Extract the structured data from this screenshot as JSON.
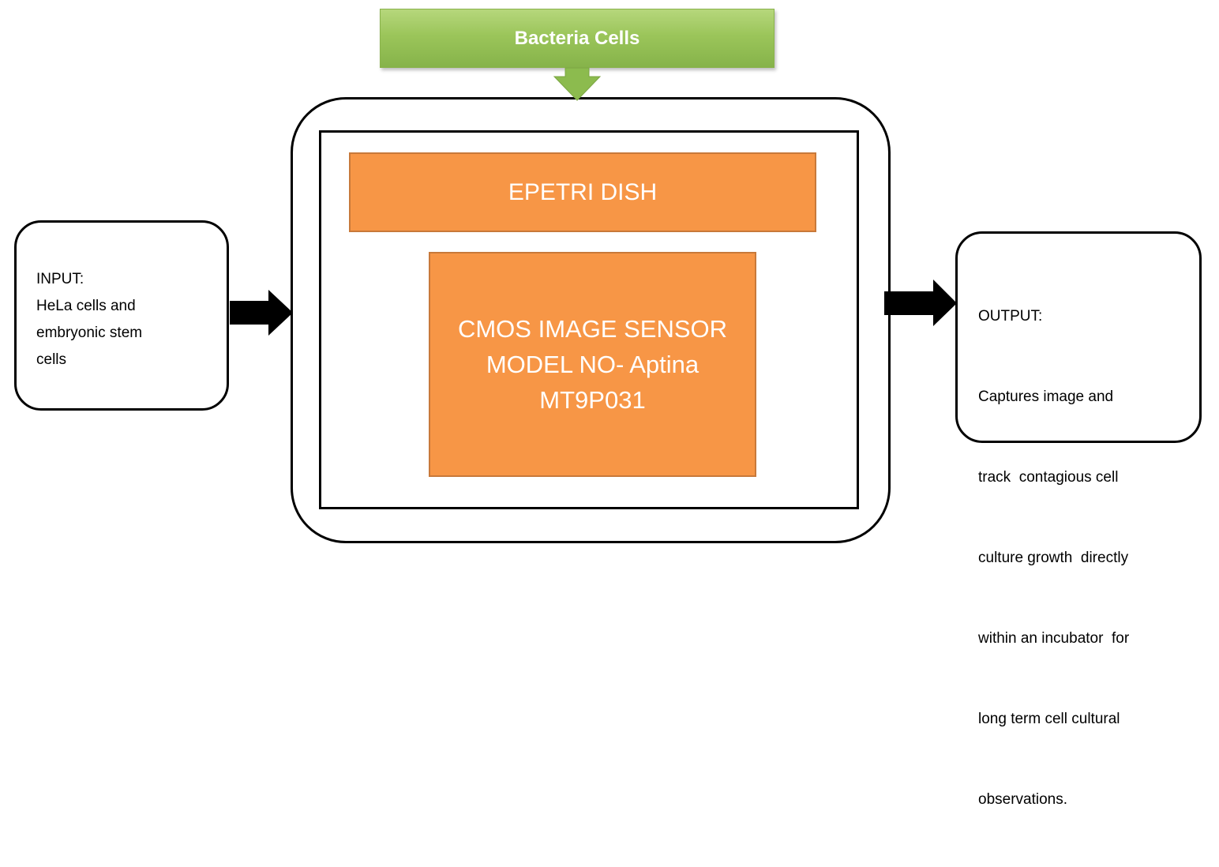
{
  "diagram": {
    "top_banner": {
      "label": "Bacteria Cells"
    },
    "petri_dish": {
      "label": "EPETRI DISH"
    },
    "cmos_sensor": {
      "lines": [
        "CMOS IMAGE SENSOR",
        "MODEL NO- Aptina",
        "MT9P031"
      ]
    },
    "input": {
      "lines": [
        "INPUT:",
        "HeLa cells and",
        "embryonic stem",
        "cells"
      ]
    },
    "output": {
      "lines": [
        "OUTPUT:",
        "Captures image and",
        "track  contagious cell",
        "culture growth  directly",
        "within an incubator  for",
        "long term cell cultural",
        "observations."
      ]
    }
  },
  "colors": {
    "banner_green": "#9bc55a",
    "orange_fill": "#f79646",
    "arrow_green": "#8cbb4e",
    "arrow_black": "#000000"
  }
}
